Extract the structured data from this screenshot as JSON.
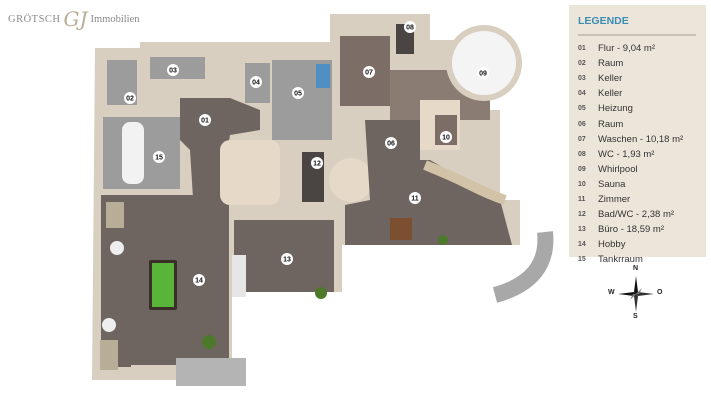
{
  "logo": {
    "brand": "GRÖTSCH",
    "monogram": "GJ",
    "sub": "Immobilien"
  },
  "legend": {
    "title": "LEGENDE",
    "title_color": "#3c8bb3",
    "background": "#ece6da",
    "items": [
      {
        "num": "01",
        "label": "Flur - 9,04 m²"
      },
      {
        "num": "02",
        "label": "Raum"
      },
      {
        "num": "03",
        "label": "Keller"
      },
      {
        "num": "04",
        "label": "Keller"
      },
      {
        "num": "05",
        "label": "Heizung"
      },
      {
        "num": "06",
        "label": "Raum"
      },
      {
        "num": "07",
        "label": "Waschen - 10,18 m²"
      },
      {
        "num": "08",
        "label": "WC - 1,93 m²"
      },
      {
        "num": "09",
        "label": "Whirlpool"
      },
      {
        "num": "10",
        "label": "Sauna"
      },
      {
        "num": "11",
        "label": "Zimmer"
      },
      {
        "num": "12",
        "label": "Bad/WC - 2,38 m²"
      },
      {
        "num": "13",
        "label": "Büro - 18,59 m²"
      },
      {
        "num": "14",
        "label": "Hobby"
      },
      {
        "num": "15",
        "label": "Tankrraum"
      }
    ]
  },
  "compass": {
    "n": "N",
    "s": "S",
    "w": "W",
    "o": "O"
  },
  "plan": {
    "room_labels": {
      "r01": "01",
      "r02": "02",
      "r03": "03",
      "r04": "04",
      "r05": "05",
      "r06": "06",
      "r07": "07",
      "r08": "08",
      "r09": "09",
      "r10": "10",
      "r11": "11",
      "r12": "12",
      "r13": "13",
      "r14": "14",
      "r15": "15"
    },
    "colors": {
      "wall": "#d8cfc0",
      "wood_floor": "#6f6560",
      "tile_floor": "#8a7c72",
      "grey_floor": "#9c9c9c",
      "table_green": "#59b43a"
    }
  }
}
